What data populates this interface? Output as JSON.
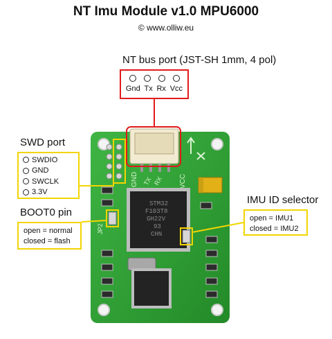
{
  "title": "NT Imu Module v1.0 MPU6000",
  "copyright": "© www.olliw.eu",
  "ntbus": {
    "label": "NT bus port (JST-SH 1mm, 4 pol)",
    "pins": [
      "Gnd",
      "Tx",
      "Rx",
      "Vcc"
    ]
  },
  "swd": {
    "label": "SWD port",
    "pins": [
      "SWDIO",
      "GND",
      "SWCLK",
      "3.3V"
    ]
  },
  "boot0": {
    "label": "BOOT0 pin",
    "lines": [
      "open = normal",
      "closed = flash"
    ]
  },
  "imuid": {
    "label": "IMU ID selector",
    "lines": [
      "open = IMU1",
      "closed = IMU2"
    ]
  },
  "silkscreen": {
    "gnd": "GND",
    "tx": "TX",
    "rx": "RX",
    "vcc": "VCC",
    "jp": "JP2"
  },
  "chip_text": [
    "STM32",
    "F103T8",
    "GH22V",
    "93",
    "CHN"
  ],
  "colors": {
    "board": "#2fa233",
    "red": "#e11a1a",
    "yellow": "#f2d500"
  }
}
